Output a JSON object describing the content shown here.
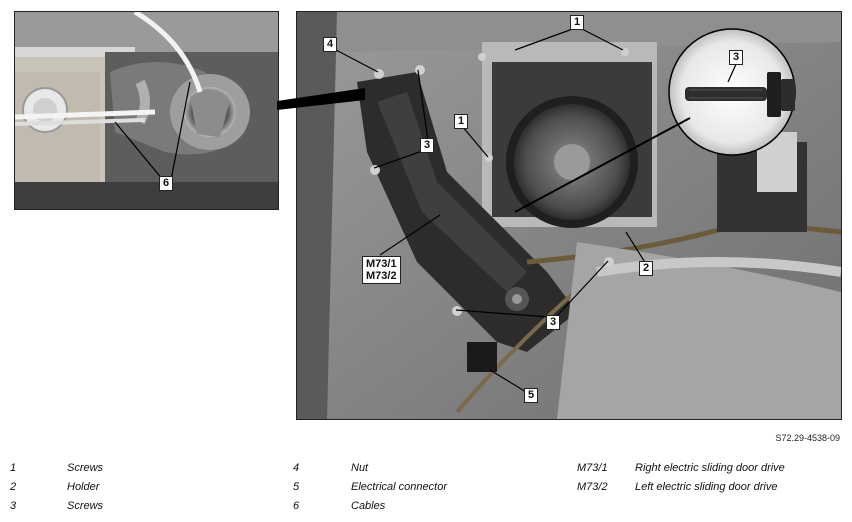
{
  "callouts": {
    "detail_6": "6",
    "main_4": "4",
    "main_1_top": "1",
    "main_1_left": "1",
    "main_3_upper": "3",
    "main_3_zoom": "3",
    "main_3_lower": "3",
    "main_2": "2",
    "main_5": "5",
    "main_m73_line1": "M73/1",
    "main_m73_line2": "M73/2"
  },
  "figure_ref": "S72.29-4538-09",
  "legend": [
    {
      "key_a": "1",
      "text_a": "Screws",
      "key_b": "4",
      "text_b": "Nut",
      "key_c": "M73/1",
      "text_c": "Right electric sliding door drive"
    },
    {
      "key_a": "2",
      "text_a": "Holder",
      "key_b": "5",
      "text_b": "Electrical connector",
      "key_c": "M73/2",
      "text_c": "Left electric sliding door drive"
    },
    {
      "key_a": "3",
      "text_a": "Screws",
      "key_b": "6",
      "text_b": "Cables",
      "key_c": "",
      "text_c": ""
    }
  ]
}
